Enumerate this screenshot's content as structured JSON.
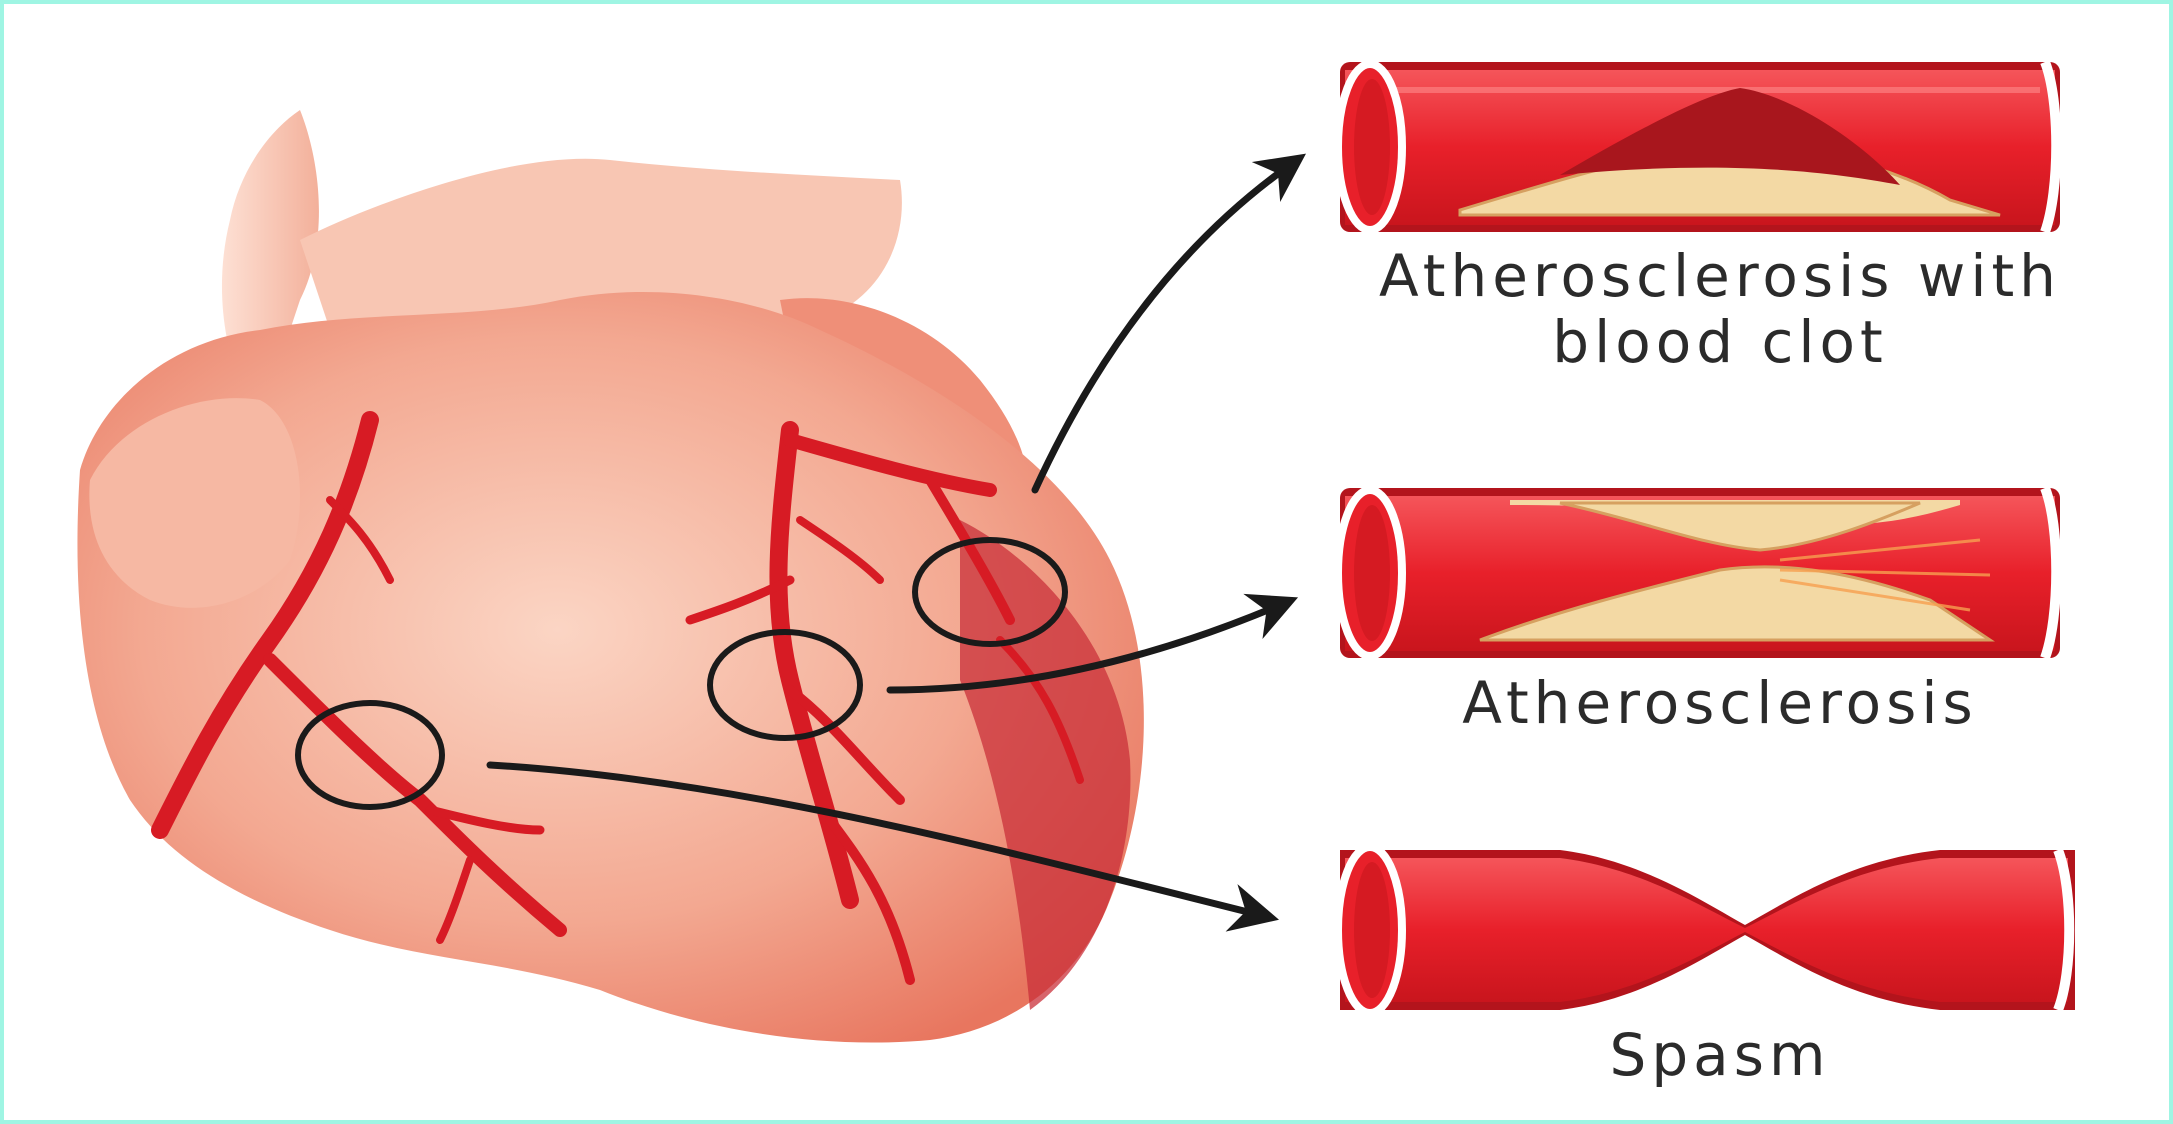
{
  "captions": {
    "clot": [
      "Atherosclerosis with",
      "blood clot"
    ],
    "athero": "Atherosclerosis",
    "spasm": "Spasm"
  },
  "colors": {
    "frame": "#9ff5e3",
    "vessel": "#e8202a",
    "vessel_dark": "#b3141c",
    "plaque": "#f3d9a4",
    "clot": "#a8161d",
    "heart": "#f6b49c",
    "arrow": "#1a1a1a"
  }
}
